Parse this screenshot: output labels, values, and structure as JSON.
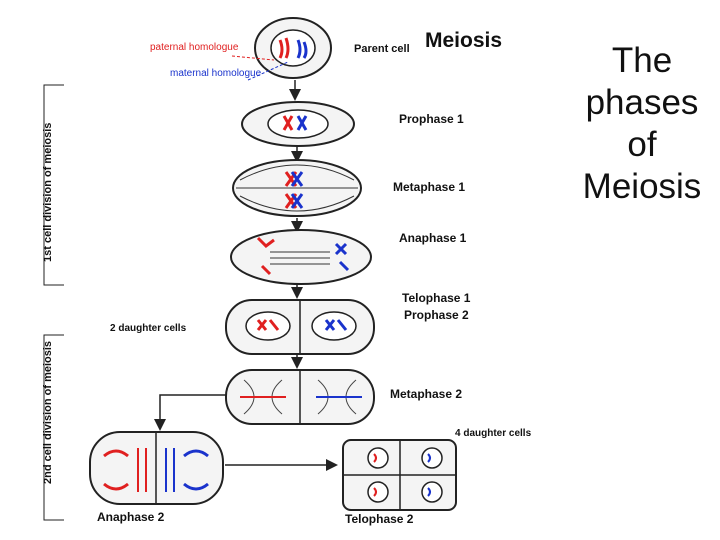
{
  "slide": {
    "title": "The phases of Meiosis"
  },
  "diagram": {
    "heading": "Meiosis",
    "parent_cell_label": "Parent cell",
    "paternal_label": "paternal homologue",
    "maternal_label": "maternal homologue",
    "side_label_1": "1st cell division of meiosis",
    "side_label_2": "2nd cell division of meiosis",
    "daughter_label_2": "2 daughter cells",
    "daughter_label_4": "4 daughter cells",
    "stages": {
      "prophase1": "Prophase 1",
      "metaphase1": "Metaphase 1",
      "anaphase1": "Anaphase 1",
      "telophase1": "Telophase 1",
      "prophase2": "Prophase 2",
      "metaphase2": "Metaphase 2",
      "anaphase2": "Anaphase 2",
      "telophase2": "Telophase 2"
    },
    "colors": {
      "paternal": "#e02020",
      "maternal": "#1a33cc",
      "outline": "#222222"
    }
  }
}
